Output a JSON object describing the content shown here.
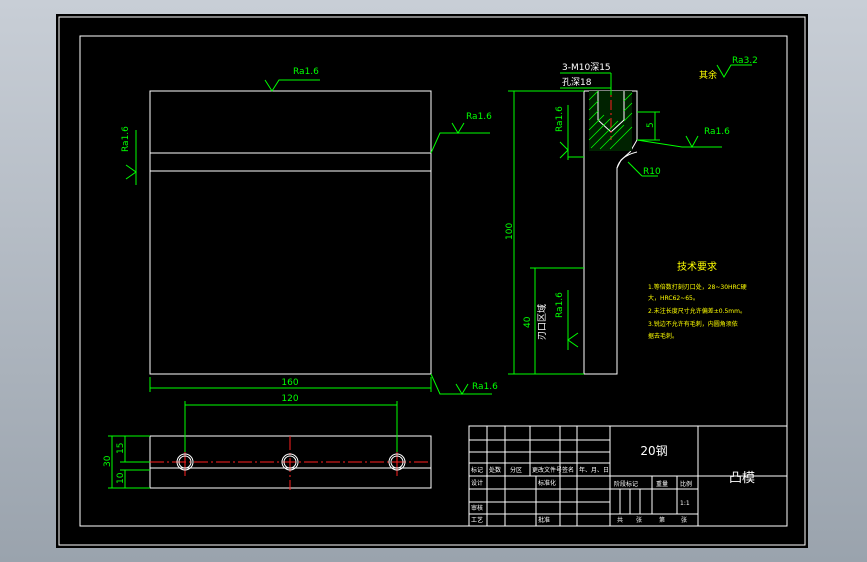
{
  "colors": {
    "background": "#000000",
    "geometry": "#ffffff",
    "dimension": "#00ff00",
    "centerline": "#ff2020",
    "note_text": "#ffff00"
  },
  "front_view": {
    "roughness_top": "Ra1.6",
    "roughness_left": "Ra1.6",
    "roughness_right": "Ra1.6",
    "roughness_bottom_right": "Ra1.6",
    "dim_width": "160"
  },
  "bottom_view": {
    "dim_hole_spacing": "120",
    "dim_height": "30",
    "dim_top": "15",
    "dim_bottom": "10"
  },
  "side_view": {
    "thread_note": "3-M10深15",
    "hole_depth_note": "孔深18",
    "roughness_rest": "其余",
    "roughness_rest_value": "Ra3.2",
    "roughness_face": "Ra1.6",
    "roughness_side": "Ra1.6",
    "roughness_step": "Ra1.6",
    "radius": "R10",
    "dim_small": "5",
    "dim_height": "100",
    "dim_edge": "40",
    "edge_label": "刃口区域"
  },
  "tech_requirements": {
    "heading": "技术要求",
    "lines": [
      "1.等倍数打刻刃口处，28~30HRC硬",
      "大，HRC62~65。",
      "2.未注长度尺寸允许偏差±0.5mm。",
      "3.锐边不允许有毛刺，内圆角须依",
      "据去毛刺。"
    ]
  },
  "title_block": {
    "material": "20钢",
    "part_name": "凸模",
    "header_cells": [
      "标记",
      "处数",
      "分区",
      "更改文件号",
      "签名",
      "年、月、日"
    ],
    "designer_label": "设计",
    "standardize_label": "标准化",
    "review_label": "审核",
    "process_label": "工艺",
    "approve_label": "批准",
    "stage_labels": [
      "阶段标记",
      "重量",
      "比例"
    ],
    "scale": "1:1",
    "sheet_labels": [
      "共",
      "张",
      "第",
      "张"
    ]
  }
}
